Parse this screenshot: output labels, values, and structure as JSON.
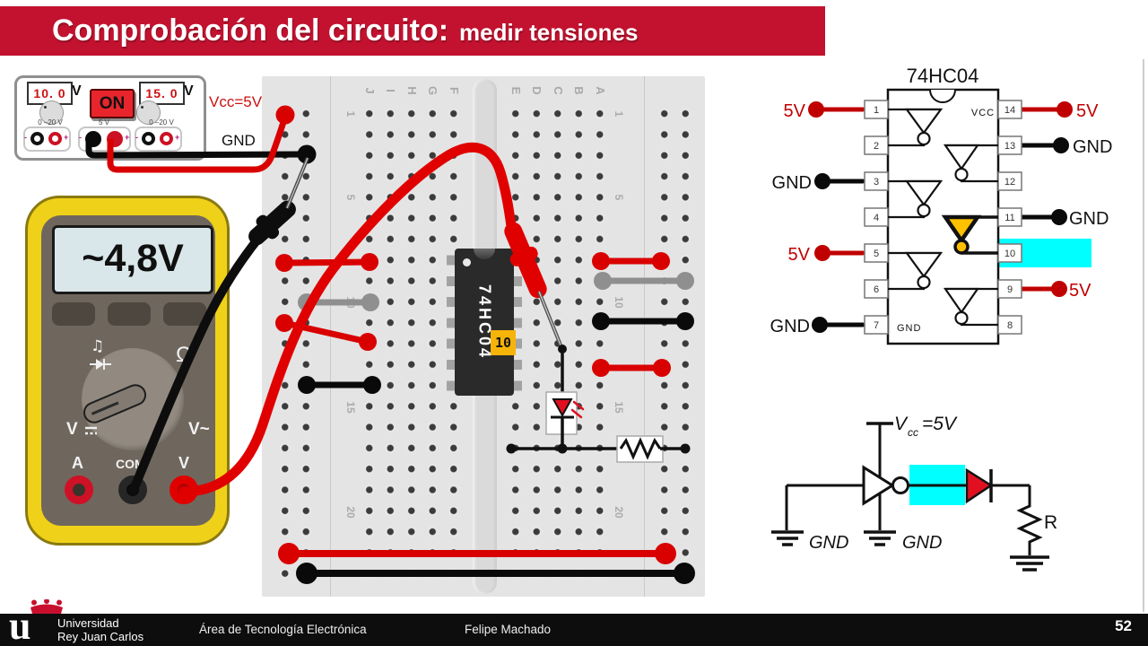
{
  "title": {
    "main": "Comprobación del circuito:",
    "sub": "medir tensiones"
  },
  "psu": {
    "display_left": "10. 0",
    "unit_left": "V",
    "on_button": "ON",
    "display_right": "15. 0",
    "unit_right": "V",
    "range_left": "0 –20 V",
    "range_mid": "5 V",
    "range_right": "0 –20 V",
    "minus": "-",
    "plus": "+",
    "vcc_label": "Vcc=5V",
    "gnd_label": "GND"
  },
  "multimeter": {
    "reading": "~4,8V",
    "continuity_icon": "♫",
    "ohms_label": "Ω",
    "vdc_label": "V",
    "vac_label": "V~",
    "jack_a": "A",
    "jack_com": "COM",
    "jack_v": "V"
  },
  "breadboard": {
    "columns_left": [
      "J",
      "I",
      "H",
      "G",
      "F"
    ],
    "columns_right": [
      "E",
      "D",
      "C",
      "B",
      "A"
    ],
    "rows": [
      "1",
      "5",
      "10",
      "15",
      "20"
    ],
    "chip_label": "74HC04",
    "chip_pin_tag": "10"
  },
  "pinout": {
    "title": "74HC04",
    "vcc_text": "VCC",
    "gnd_text": "GND",
    "pin_numbers": [
      "1",
      "2",
      "3",
      "4",
      "5",
      "6",
      "7",
      "8",
      "9",
      "10",
      "11",
      "12",
      "13",
      "14"
    ],
    "labels": {
      "pin1": "5V",
      "pin3": "GND",
      "pin5": "5V",
      "pin7": "GND",
      "pin14": "5V",
      "pin13": "GND",
      "pin11": "GND",
      "pin9": "5V"
    }
  },
  "schematic": {
    "vcc_v": "V",
    "vcc_sub": "cc",
    "vcc_eq": "=5V",
    "gnd_input": "GND",
    "gnd_inverter": "GND",
    "resistor_label": "R"
  },
  "footer": {
    "university_line1": "Universidad",
    "university_line2": "Rey Juan Carlos",
    "department": "Área de Tecnología Electrónica",
    "author": "Felipe Machado",
    "page": "52"
  },
  "colors": {
    "title_bar": "#C2122F",
    "wire_red": "#D90000",
    "highlight_cyan": "#00FFFF",
    "highlight_yellow": "#FFC000",
    "multimeter_yellow": "#F0D119"
  }
}
